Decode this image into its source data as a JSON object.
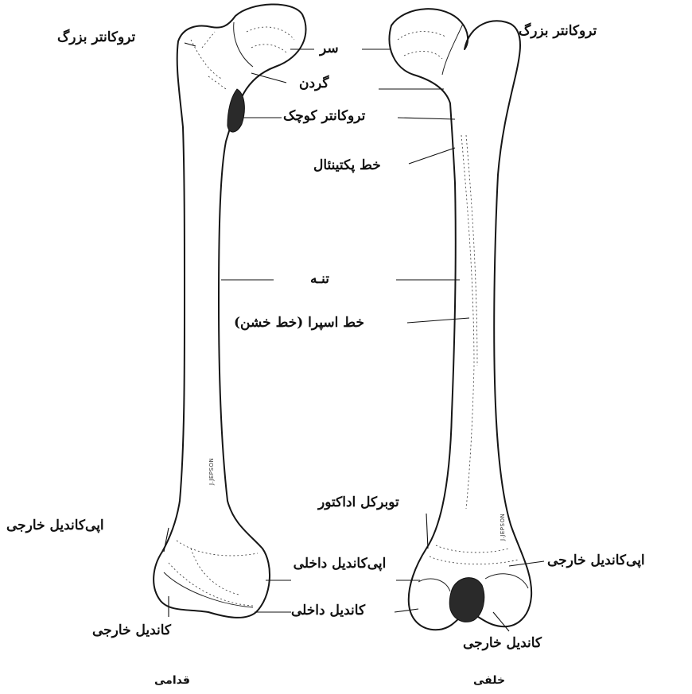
{
  "labels": {
    "greater_trochanter_left": "تروکانتر بزرگ",
    "greater_trochanter_right": "تروکانتر بزرگ",
    "head": "سر",
    "neck": "گردن",
    "lesser_trochanter": "تروکانتر کوچک",
    "pectineal_line": "خط پکتینئال",
    "shaft": "تنـه",
    "linea_aspera": "خط اسپرا (خط خشن)",
    "adductor_tubercle": "توبرکل اداکتور",
    "lateral_epicondyle_left": "اپی‌کاندیل خارجی",
    "lateral_epicondyle_right": "اپی‌کاندیل خارجی",
    "medial_epicondyle": "اپی‌کاندیل داخلی",
    "medial_condyle": "کاندیل داخلی",
    "lateral_condyle_left": "کاندیل خارجی",
    "lateral_condyle_right": "کاندیل خارجی"
  },
  "captions": {
    "anterior": "قدامی",
    "posterior": "خلفی"
  },
  "signatures": {
    "left": "J.JEPSON",
    "right": "J.JEPSON"
  }
}
